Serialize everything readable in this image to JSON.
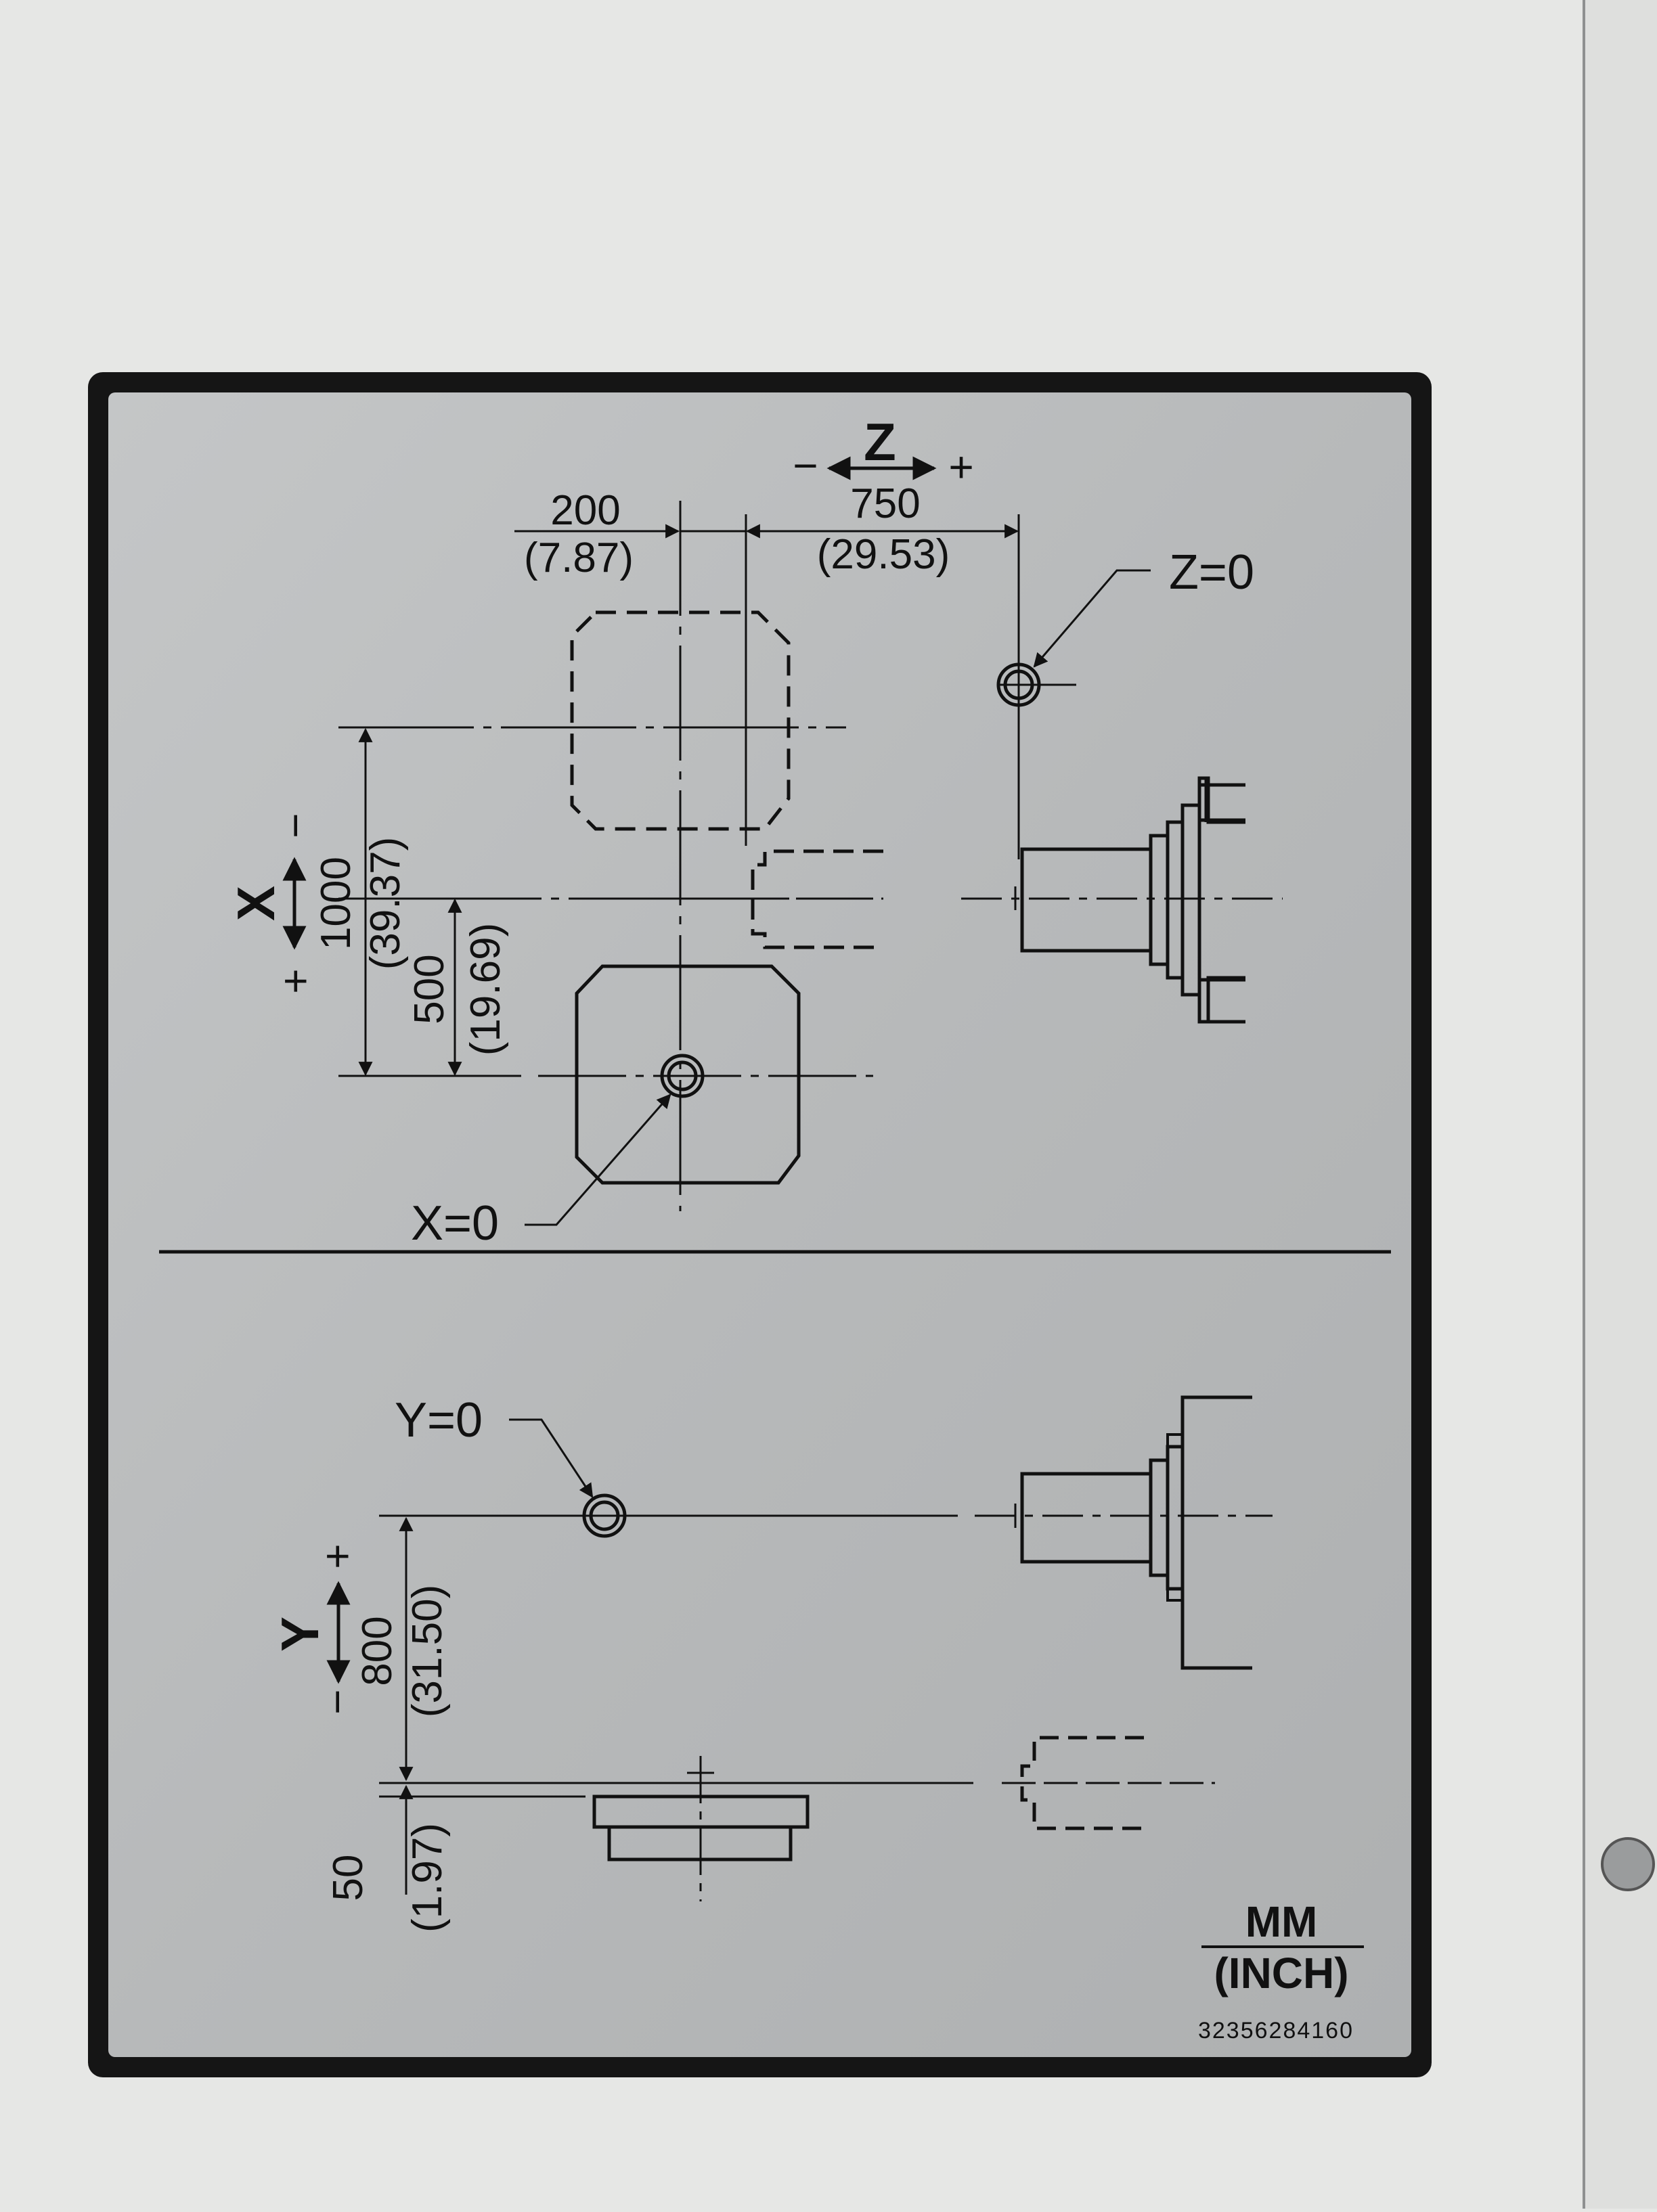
{
  "plate": {
    "colors": {
      "wall": "#e6e7e5",
      "frame": "#151515",
      "plate": "#b9bbbc",
      "ink": "#111111"
    }
  },
  "top": {
    "z_axis": {
      "label": "Z",
      "minus": "−",
      "plus": "+"
    },
    "dim_200": {
      "value": "200",
      "inch": "(7.87)"
    },
    "dim_750": {
      "value": "750",
      "inch": "(29.53)"
    },
    "z_zero": "Z=0",
    "x_axis": {
      "label": "X",
      "minus": "−",
      "plus": "+"
    },
    "dim_1000": {
      "value": "1000",
      "inch": "(39.37)"
    },
    "dim_500": {
      "value": "500",
      "inch": "(19.69)"
    },
    "x_zero": "X=0"
  },
  "bottom": {
    "y_zero": "Y=0",
    "y_axis": {
      "label": "Y",
      "minus": "−",
      "plus": "+"
    },
    "dim_800": {
      "value": "800",
      "inch": "(31.50)"
    },
    "dim_50": {
      "value": "50",
      "inch": "(1.97)"
    }
  },
  "units": {
    "mm": "MM",
    "inch": "(INCH)"
  },
  "part_number": "32356284160"
}
